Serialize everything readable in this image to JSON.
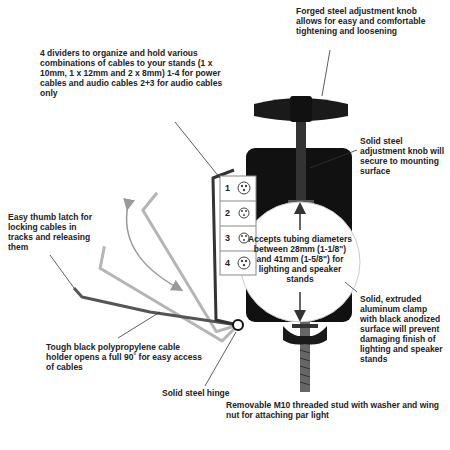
{
  "diagram": {
    "labels": [
      "Forged steel adjustment knob allows for easy and comfortable tightening and loosening",
      "4 dividers to organize and hold various combinations of cables to your stands (1 x 10mm, 1 x 12mm and 2 x 8mm) 1-4 for power cables and audio cables 2+3 for audio cables only",
      "Solid steel adjustment knob will secure to mounting surface",
      "1",
      "2",
      "3",
      "4",
      "Accepts tubing diameters between 28mm (1-1/8\") and 41mm (1-5/8\") for lighting and speaker stands",
      "Easy thumb latch for locking cables in tracks and releasing them",
      "Solid, extruded aluminum clamp with black anodized surface will prevent damaging finish of lighting and speaker stands",
      "Tough black polypropylene cable holder opens a full 90˚ for easy access of cables",
      "Solid steel hinge",
      "Removable M10 threaded stud with washer and wing nut for attaching par light"
    ]
  }
}
